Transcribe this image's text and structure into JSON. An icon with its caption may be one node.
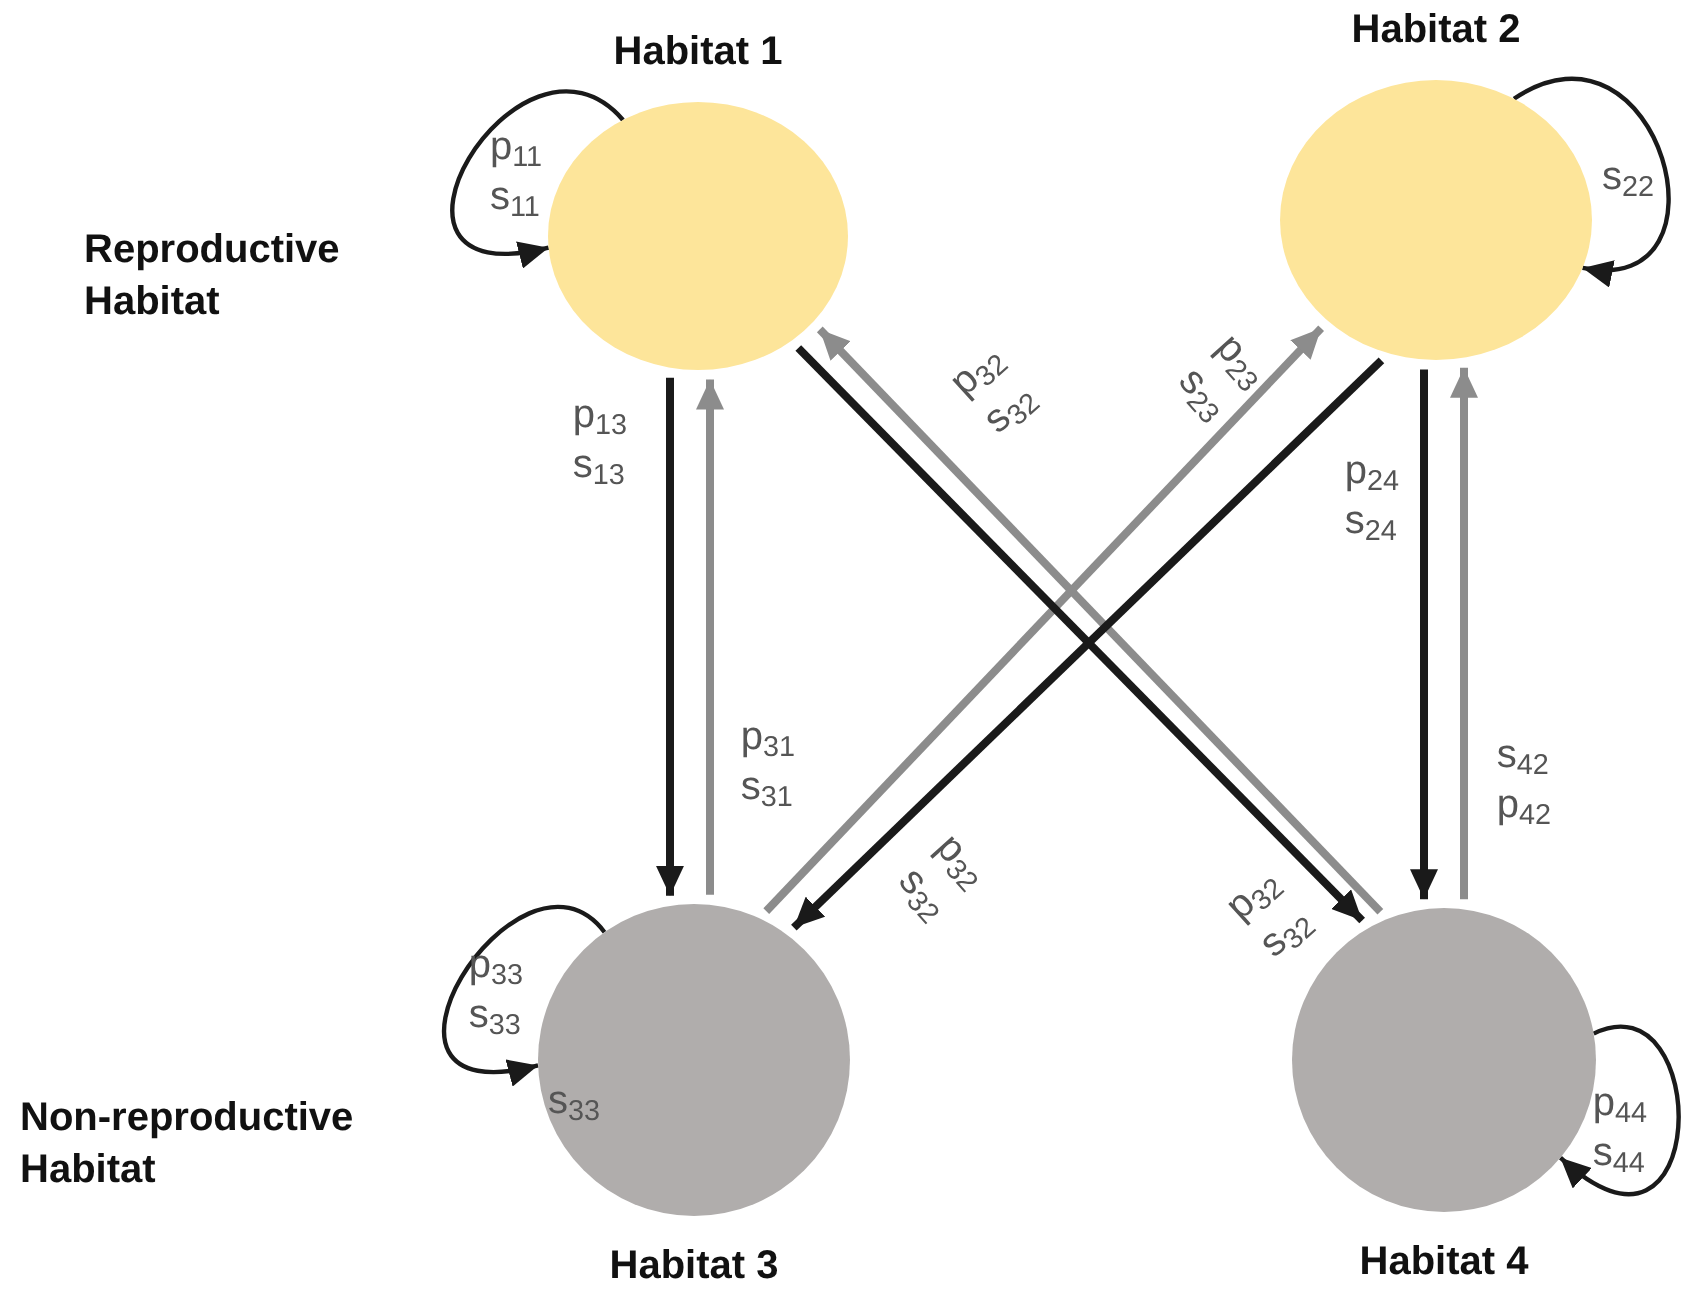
{
  "diagram": {
    "nodes": [
      {
        "text": [
          "Habitat 1"
        ]
      },
      {
        "text": [
          "Habitat 2"
        ]
      },
      {
        "text": [
          "Habitat 3"
        ]
      },
      {
        "text": [
          "Habitat 4"
        ]
      }
    ],
    "edges": [
      {
        "from": 0,
        "to": 0,
        "arrow": "to",
        "label": "p$_{11}$ s$_{11}$"
      },
      {
        "from": 1,
        "to": 1,
        "arrow": "to",
        "label": "s$_{22}$"
      },
      {
        "from": 0,
        "to": 2,
        "arrow": "to",
        "label": "p$_{13}$ s$_{13}$"
      },
      {
        "from": 2,
        "to": 0,
        "arrow": "to",
        "label": "p$_{31}$ s$_{31}$",
        "color": "#8c8c8c"
      },
      {
        "from": 3,
        "to": 0,
        "arrow": "to",
        "label": "p$_{32}$ s$_{32}$",
        "color": "#8c8c8c"
      },
      {
        "from": 2,
        "to": 1,
        "arrow": "to",
        "label": "p$_{23}$ s$_{23}$",
        "color": "#8c8c8c"
      },
      {
        "from": 0,
        "to": 3,
        "arrow": "to",
        "label": "p$_{32}$ s$_{32}$"
      },
      {
        "from": 1,
        "to": 2,
        "arrow": "to",
        "label": "p$_{32}$ s$_{32}$"
      },
      {
        "from": 1,
        "to": 3,
        "arrow": "to",
        "label": "p$_{24}$ s$_{24}$"
      },
      {
        "from": 3,
        "to": 1,
        "arrow": "to",
        "label": "s$_{42}$ p$_{42}$",
        "color": "#8c8c8c"
      },
      {
        "from": 2,
        "to": 2,
        "arrow": "to",
        "label": "p$_{33}$ s$_{33}$"
      },
      {
        "from": 3,
        "to": 3,
        "arrow": "to",
        "label": "p$_{44}$ s$_{44}$"
      }
    ],
    "labels": [
      "Reproductive Habitat",
      "Non-reproductive Habitat",
      "s$_{33}$"
    ]
  }
}
